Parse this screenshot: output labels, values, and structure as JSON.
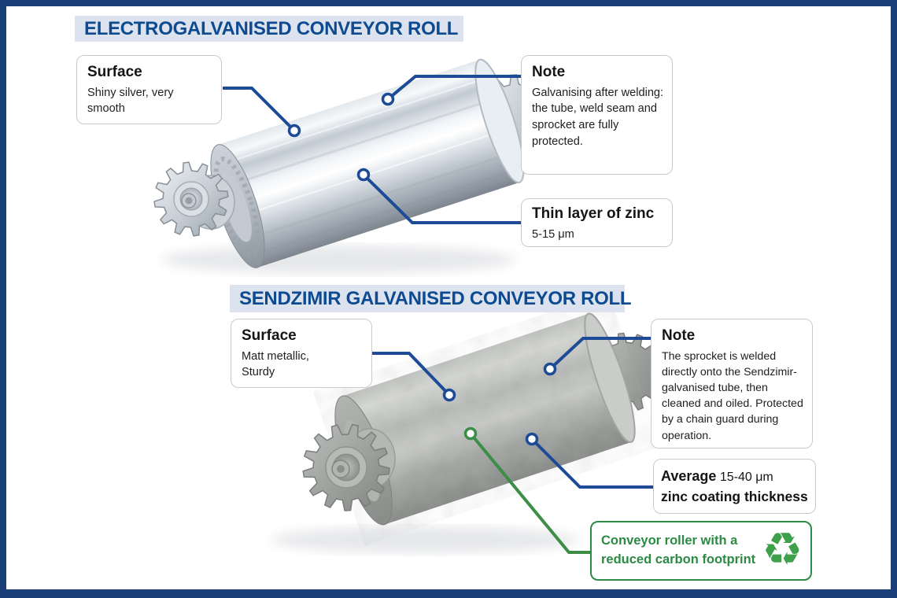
{
  "sections": [
    {
      "title": "ELECTROGALVANISED CONVEYOR ROLL",
      "callouts": {
        "surface": {
          "title": "Surface",
          "body": "Shiny silver, very\nsmooth"
        },
        "note": {
          "title": "Note",
          "body": "Galvanising after welding:\nthe tube, weld seam and\nsprocket are fully\nprotected."
        },
        "zinc": {
          "title": "Thin layer of zinc",
          "body": "5-15 μm"
        }
      }
    },
    {
      "title": "SENDZIMIR GALVANISED CONVEYOR ROLL",
      "callouts": {
        "surface": {
          "title": "Surface",
          "body": "Matt metallic,\nSturdy"
        },
        "note": {
          "title": "Note",
          "body": "The sprocket is welded\ndirectly onto the Sendzimir-\ngalvanised tube, then\ncleaned and oiled. Protected\nby a chain guard during\noperation."
        },
        "average": {
          "label": "Average",
          "value": "15-40 μm",
          "line2": "zinc coating thickness"
        },
        "eco": {
          "text": "Conveyor roller with a\nreduced carbon footprint",
          "icon_glyph": "♻"
        }
      }
    }
  ],
  "colors": {
    "frame": "#1a3e78",
    "title_text": "#0d4a8f",
    "title_bg": "#dce3ef",
    "connector_blue": "#1d4b96",
    "connector_green": "#3c8d46",
    "eco_green": "#2e8b47"
  }
}
